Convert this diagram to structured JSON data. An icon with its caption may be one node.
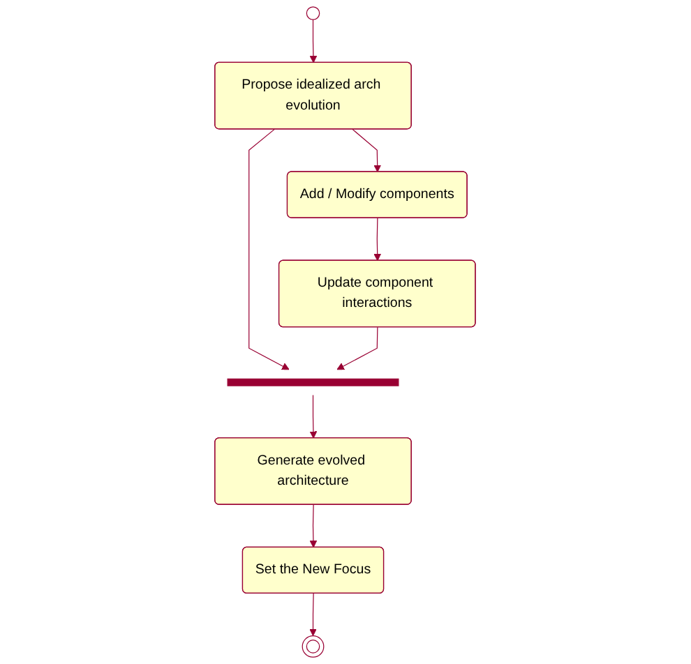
{
  "diagram": {
    "nodes": [
      {
        "text": [],
        "shape": "circle"
      },
      {
        "text": [
          "Propose idealized arch evolution"
        ]
      },
      {
        "text": [
          "Add / Modify components"
        ]
      },
      {
        "text": [
          "Update component interactions"
        ]
      },
      {
        "text": [],
        "shape": "bar"
      },
      {
        "text": [
          "Generate evolved architecture"
        ]
      },
      {
        "text": [
          "Set the New Focus"
        ]
      },
      {
        "text": [],
        "shape": "circle"
      }
    ],
    "edges": [
      {
        "from": 0,
        "to": 1,
        "arrow": "to"
      },
      {
        "from": 1,
        "to": 2,
        "arrow": "to"
      },
      {
        "from": 2,
        "to": 3,
        "arrow": "to"
      },
      {
        "from": 1,
        "to": 4,
        "arrow": "to"
      },
      {
        "from": 3,
        "to": 4,
        "arrow": "to"
      },
      {
        "from": 4,
        "to": 5,
        "arrow": "to"
      },
      {
        "from": 5,
        "to": 6,
        "arrow": "to"
      },
      {
        "from": 6,
        "to": 7,
        "arrow": "to"
      }
    ]
  }
}
